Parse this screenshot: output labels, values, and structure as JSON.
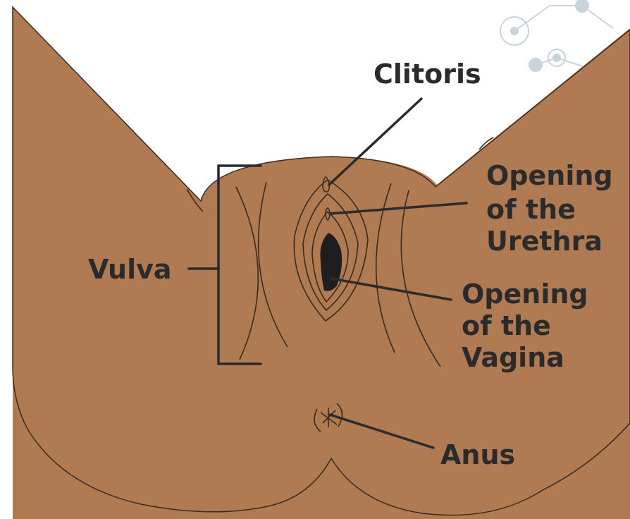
{
  "diagram": {
    "labels": {
      "clitoris": "Clitoris",
      "urethra_1": "Opening",
      "urethra_2": "of the",
      "urethra_3": "Urethra",
      "vulva": "Vulva",
      "vagina_1": "Opening",
      "vagina_2": "of the",
      "vagina_3": "Vagina",
      "anus": "Anus"
    },
    "colors": {
      "skin": "#b07a52",
      "outline": "#3a2a20",
      "label": "#2b2b2b",
      "decoration": "#c9d3da"
    }
  }
}
